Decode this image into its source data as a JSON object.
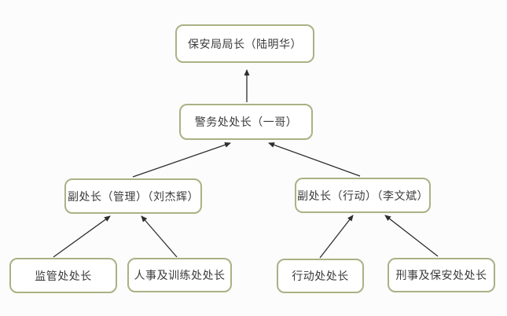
{
  "org_chart": {
    "nodes": [
      {
        "id": "director",
        "label": "保安局局长（陆明华）"
      },
      {
        "id": "commissioner",
        "label": "警务处处长（一哥）"
      },
      {
        "id": "deputy-management",
        "label": "副处长（管理）（刘杰辉）"
      },
      {
        "id": "deputy-operations",
        "label": "副处长（行动）（李文斌）"
      },
      {
        "id": "regulatory",
        "label": "监管处处长"
      },
      {
        "id": "personnel-training",
        "label": "人事及训练处处长"
      },
      {
        "id": "operations-dept",
        "label": "行动处处长"
      },
      {
        "id": "criminal-security",
        "label": "刑事及保安处处长"
      }
    ],
    "edges": [
      {
        "from": "commissioner",
        "to": "director"
      },
      {
        "from": "deputy-management",
        "to": "commissioner"
      },
      {
        "from": "deputy-operations",
        "to": "commissioner"
      },
      {
        "from": "regulatory",
        "to": "deputy-management"
      },
      {
        "from": "personnel-training",
        "to": "deputy-management"
      },
      {
        "from": "operations-dept",
        "to": "deputy-operations"
      },
      {
        "from": "criminal-security",
        "to": "deputy-operations"
      }
    ],
    "colors": {
      "box_border": "#a8b284",
      "box_fill": "#ffffff",
      "arrow": "#2e2e2e",
      "text": "#3b3b3b",
      "background": "#fcfcfc"
    }
  }
}
